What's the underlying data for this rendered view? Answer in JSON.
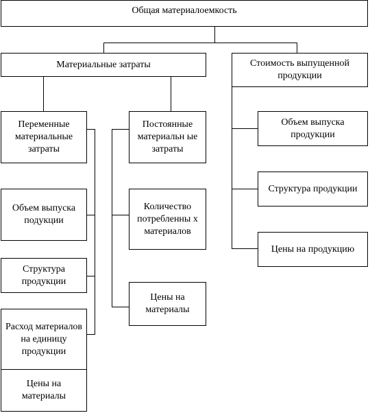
{
  "root": "Общая материалоемкость",
  "level1": {
    "material_costs": "Материальные затраты",
    "output_cost": "Стоимость выпущенной продукции"
  },
  "variable": {
    "title": "Переменные материальные затраты",
    "items": [
      "Объем выпуска подукции",
      "Структура продукции",
      "Расход материалов на единицу продукции",
      "Цены на материалы"
    ]
  },
  "fixed": {
    "title": "Постоянные материальн ые затраты",
    "items": [
      "Количество потребленны х материалов",
      "Цены на материалы"
    ]
  },
  "output": {
    "items": [
      "Объем выпуска продукции",
      "Структура продукции",
      "Цены на продукцию"
    ]
  }
}
